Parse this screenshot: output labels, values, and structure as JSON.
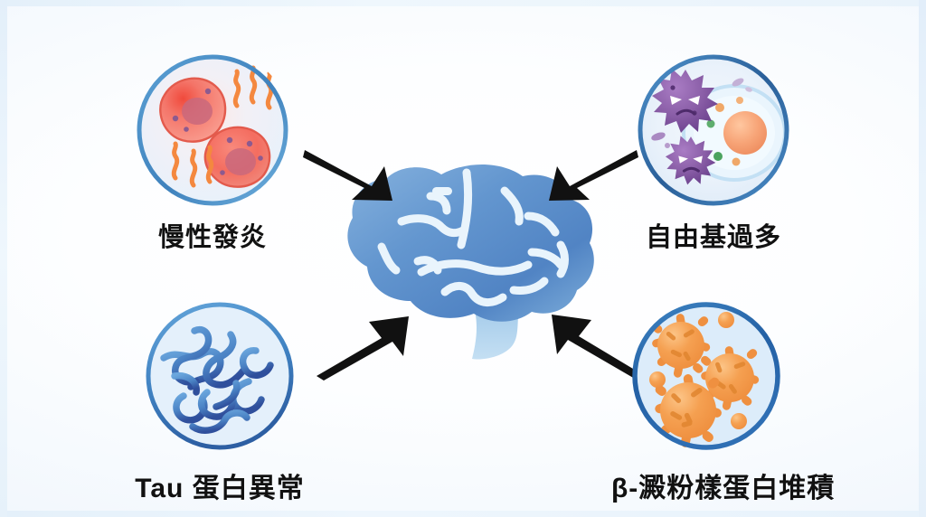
{
  "figure": {
    "type": "concept-diagram",
    "subject": "brain-degeneration-causes",
    "background_colors": [
      "#e6f2fb",
      "#ffffff",
      "#e8f1fa"
    ],
    "center": {
      "name": "brain",
      "colors": {
        "top": "#7ba9da",
        "mid": "#5b8cc8",
        "stem": "#a9cdea",
        "sulci": "#e8f4fc"
      }
    },
    "arrow_color": "#111111",
    "nodes": [
      {
        "id": "chronic-inflammation",
        "label": "慢性發炎",
        "position": "top-left",
        "ring_color": "#4a90c8",
        "icon": "inflamed-cells-icon",
        "icon_colors": {
          "cell": "#f4766a",
          "cell_edge": "#e8584c",
          "nucleus": "#c96a7e",
          "heat": "#f4883f"
        }
      },
      {
        "id": "excess-free-radicals",
        "label": "自由基過多",
        "position": "top-right",
        "ring_color": "#2f6fa8",
        "icon": "free-radical-particles-icon",
        "icon_colors": {
          "radical": "#8b5fa8",
          "radical_dark": "#6f4590",
          "cell": "#dceefb",
          "nucleus": "#f4a878"
        }
      },
      {
        "id": "tau-protein-abnormality",
        "label": "Tau 蛋白異常",
        "position": "bottom-left",
        "ring_color": "#4a90c8",
        "icon": "tau-tangle-icon",
        "icon_colors": {
          "fiber_light": "#5f9bd5",
          "fiber_dark": "#35559c",
          "fill": "#e3f0fb"
        }
      },
      {
        "id": "beta-amyloid-accumulation",
        "label": "β-澱粉樣蛋白堆積",
        "position": "bottom-right",
        "ring_color": "#2a6db0",
        "icon": "amyloid-plaque-icon",
        "icon_colors": {
          "plaque": "#f5a051",
          "plaque_light": "#f8bd7c",
          "spike": "#e98a3a",
          "fill": "#dceefb"
        }
      }
    ],
    "arrows": [
      {
        "id": "arrow-from-chronic-inflammation",
        "from": "chronic-inflammation",
        "to": "brain",
        "direction": "down-right"
      },
      {
        "id": "arrow-from-excess-free-radicals",
        "from": "excess-free-radicals",
        "to": "brain",
        "direction": "down-left"
      },
      {
        "id": "arrow-from-tau-protein-abnormality",
        "from": "tau-protein-abnormality",
        "to": "brain",
        "direction": "up-right"
      },
      {
        "id": "arrow-from-beta-amyloid-accumulation",
        "from": "beta-amyloid-accumulation",
        "to": "brain",
        "direction": "up-left"
      }
    ]
  }
}
